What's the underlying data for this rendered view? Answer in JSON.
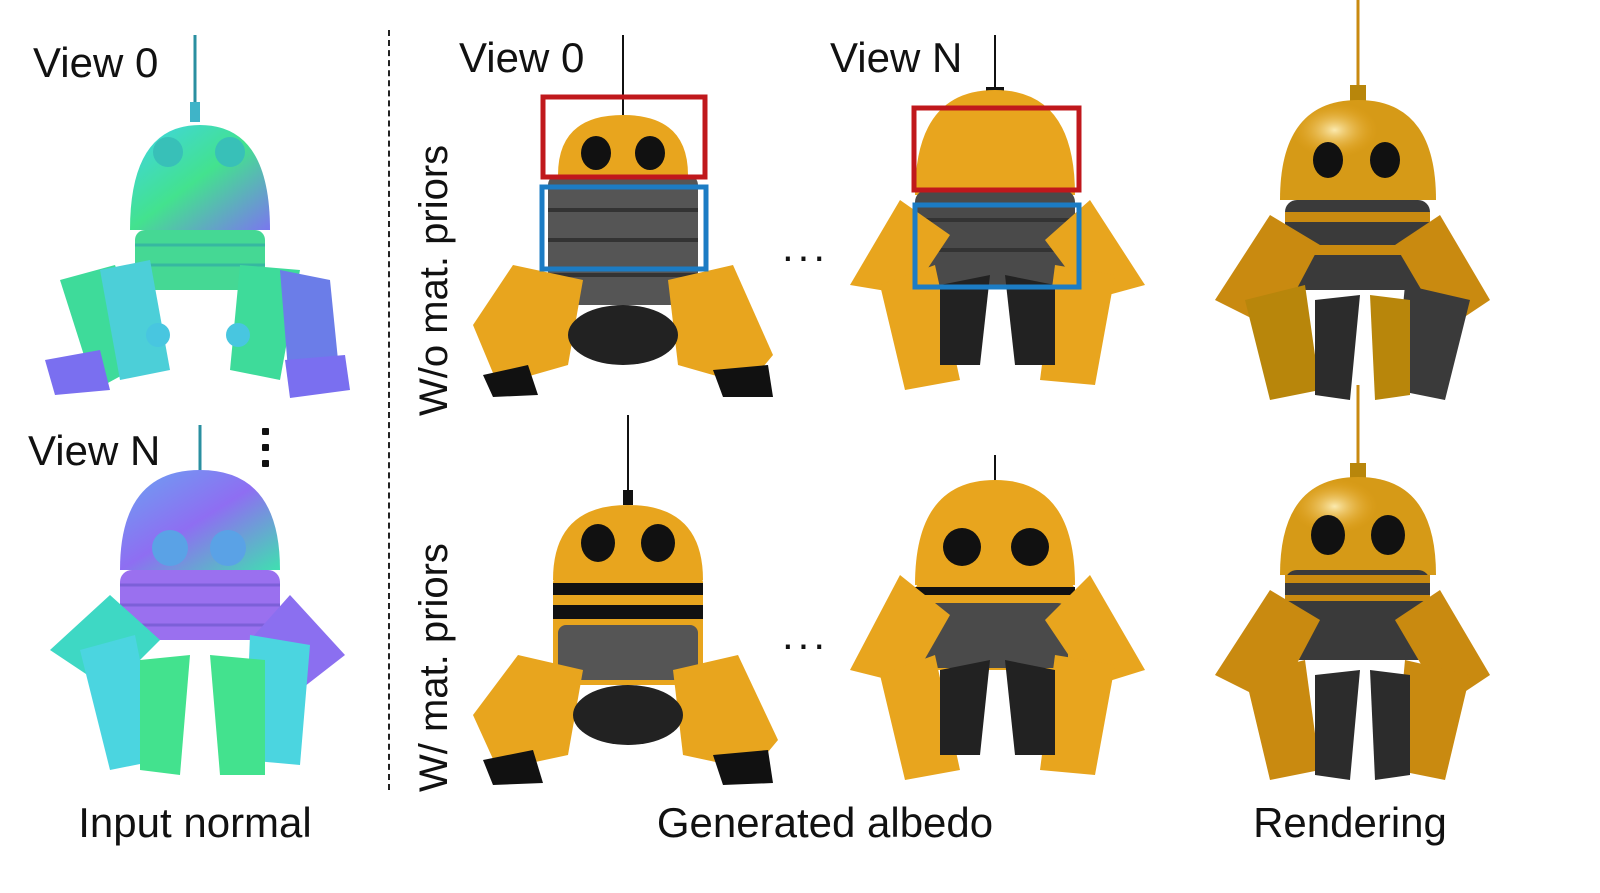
{
  "labels": {
    "view0_left": "View 0",
    "viewN_left": "View N",
    "view0_mid": "View 0",
    "viewN_mid": "View N",
    "row_wo": "W/o mat. priors",
    "row_w": "W/ mat. priors",
    "ellipsis_row1": "...",
    "ellipsis_row2": "..."
  },
  "captions": {
    "input": "Input normal",
    "albedo": "Generated albedo",
    "render": "Rendering"
  },
  "colors": {
    "normal_top": "#5b7fe0",
    "normal_green": "#3fe59a",
    "normal_purple": "#8a6ef0",
    "albedo": "#e8a51e",
    "albedo_dark": "#3b3b3b",
    "highlight_red": "#c0181c",
    "highlight_blue": "#1c7cc4"
  }
}
